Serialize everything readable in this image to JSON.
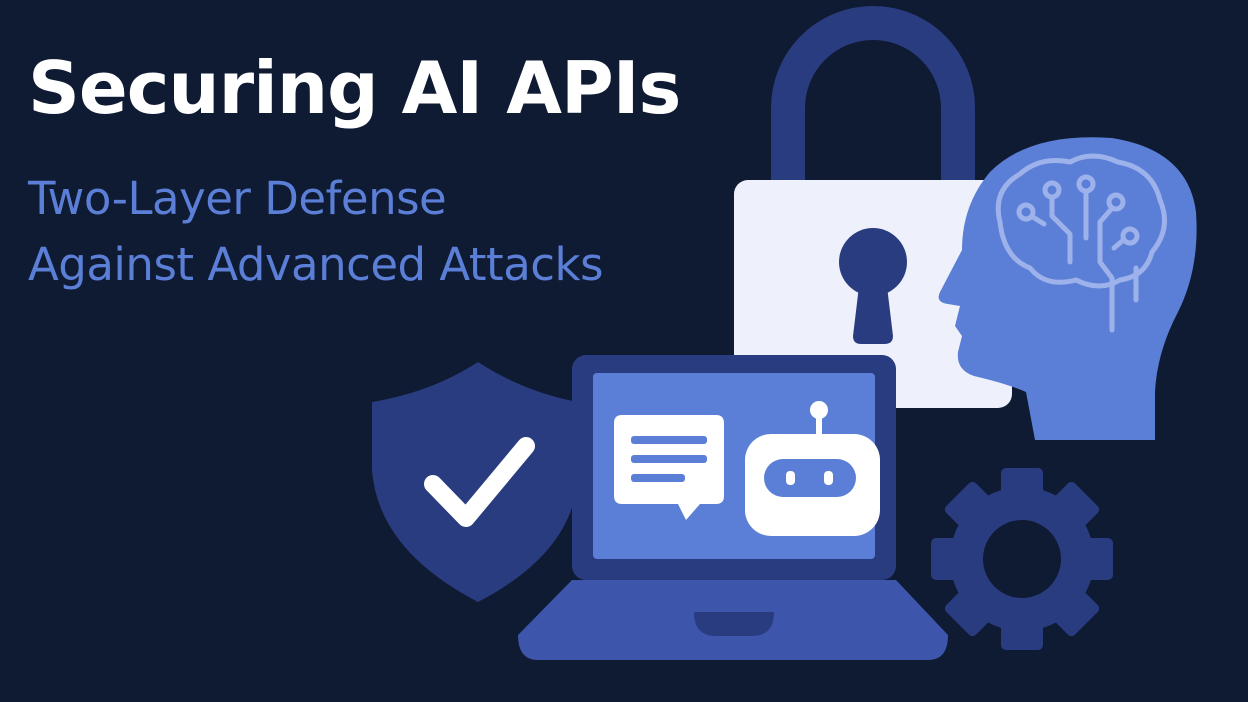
{
  "title": "Securing AI APIs",
  "subtitle": {
    "line1": "Two-Layer Defense",
    "line2": "Against Advanced Attacks"
  },
  "colors": {
    "background": "#0f1a33",
    "accent": "#5b7fd6",
    "dark_blue": "#2a3c80",
    "mid_blue": "#3d55aa",
    "padlock_body": "#eef1fb",
    "white": "#ffffff"
  },
  "icons": [
    "padlock-icon",
    "keyhole-icon",
    "ai-head-icon",
    "brain-circuit-icon",
    "shield-check-icon",
    "laptop-icon",
    "chat-bubble-icon",
    "robot-icon",
    "gear-icon"
  ]
}
